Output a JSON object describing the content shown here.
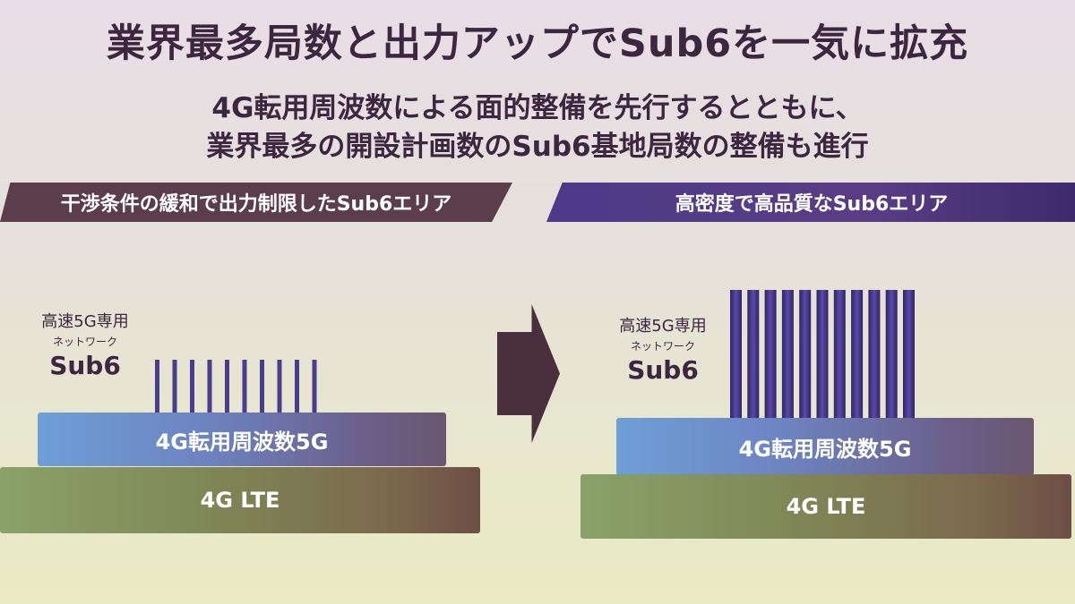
{
  "title": "業界最多局数と出力アップでSub6を一気に拡充",
  "subtitle": {
    "line1": "4G転用周波数による面的整備を先行するとともに、",
    "line2": "業界最多の開設計画数のSub6基地局数の整備も進行"
  },
  "left": {
    "banner": "干渉条件の緩和で出力制限したSub6エリア",
    "label_top": "高速5G専用",
    "label_mid": "ネットワーク",
    "label_sub6": "Sub6",
    "layer_5g": "4G転用周波数5G",
    "layer_lte": "4G LTE",
    "antenna_count": 10
  },
  "right": {
    "banner": "高密度で高品質なSub6エリア",
    "label_top": "高速5G専用",
    "label_mid": "ネットワーク",
    "label_sub6": "Sub6",
    "layer_5g": "4G転用周波数5G",
    "layer_lte": "4G LTE",
    "antenna_count": 11
  },
  "colors": {
    "text_dark": "#3d2640",
    "banner_left": "#5b3d4c",
    "banner_right": "#4c3a88",
    "antenna": "#4a3e8c",
    "arrow": "#4a2f3c"
  }
}
